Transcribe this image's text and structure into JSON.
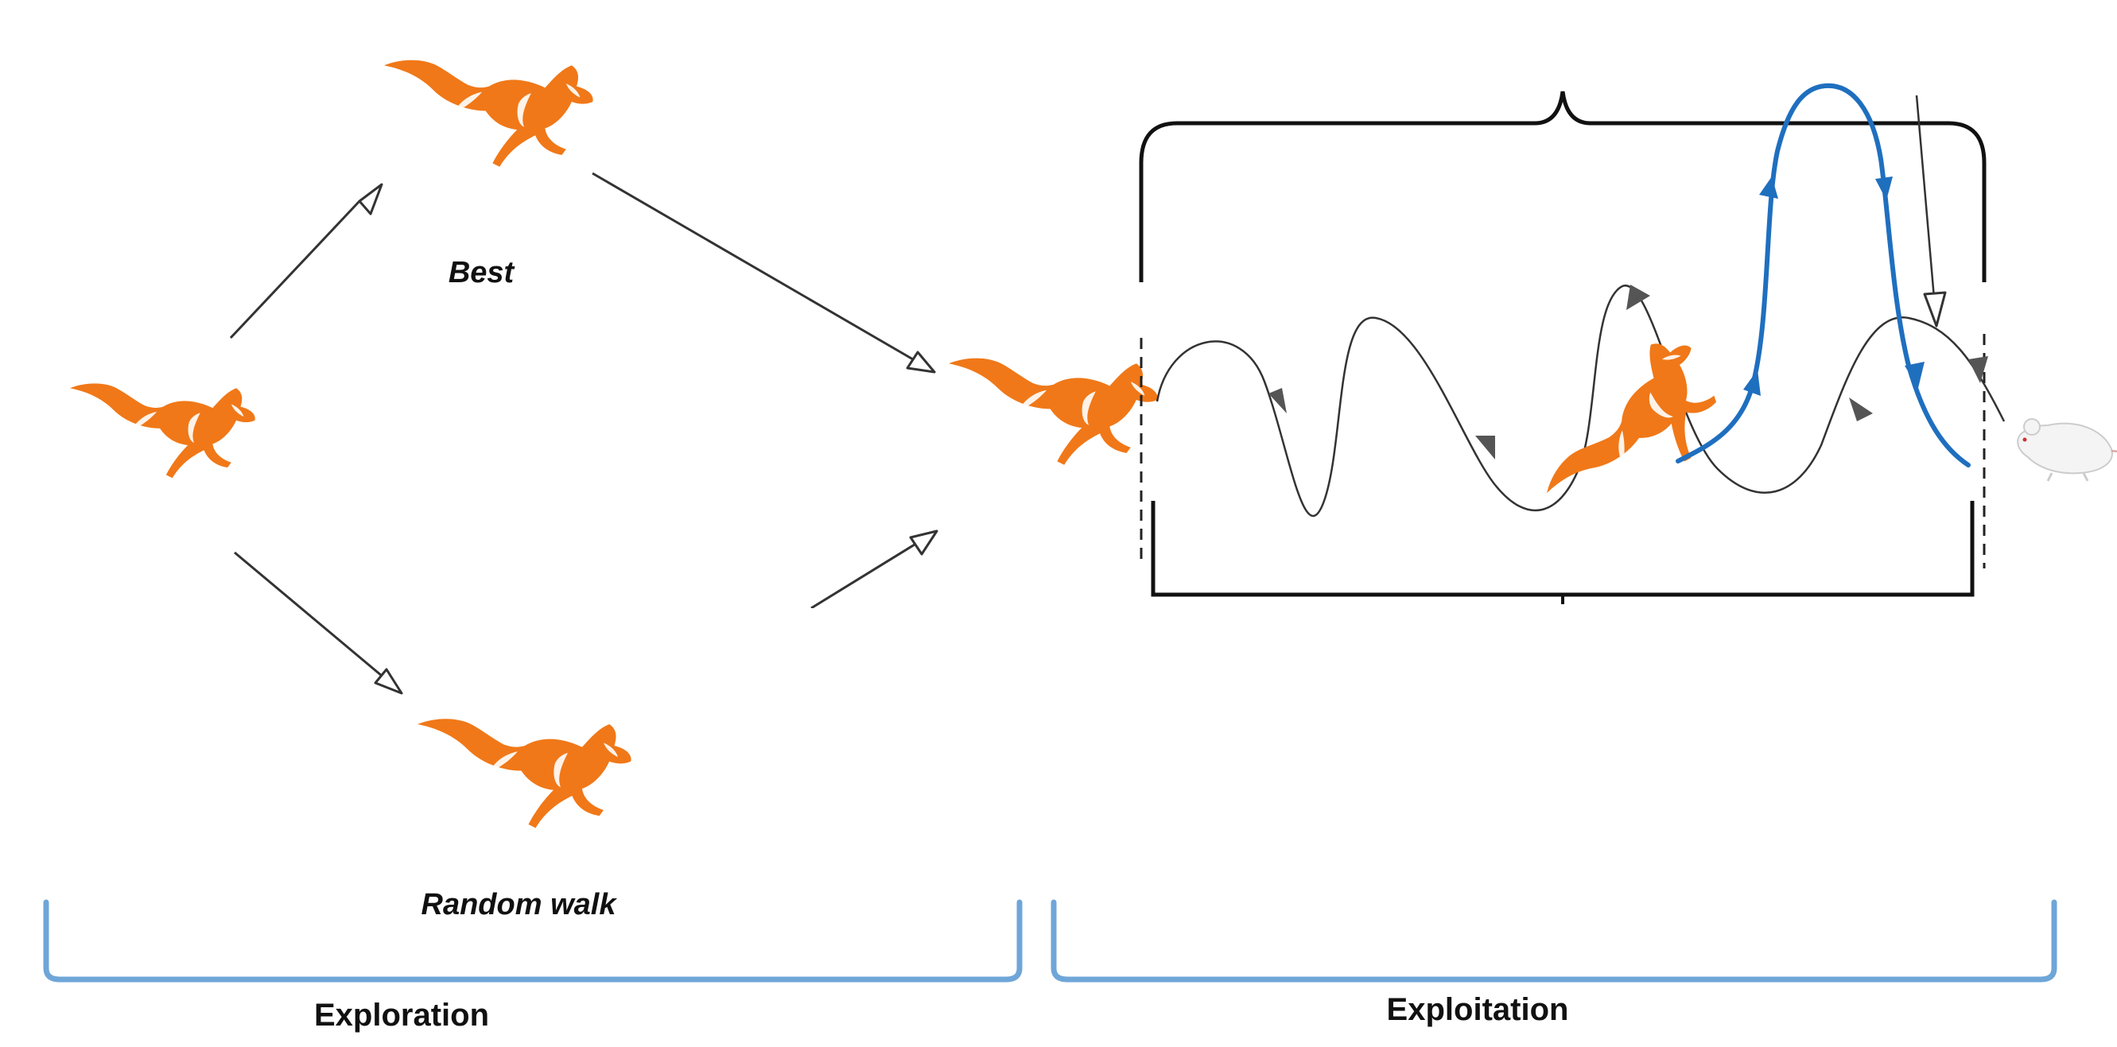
{
  "labels": {
    "best": "Best",
    "random_walk": "Random walk",
    "exploration": "Exploration",
    "exploitation": "Exploitation"
  },
  "colors": {
    "fox": "#f07818",
    "fox_highlight": "#ffffff",
    "blue_path": "#1f6fbf",
    "phase_bracket": "#6fa6d8",
    "line": "#333333"
  },
  "icons": {
    "fox": "fox-icon",
    "mouse": "mouse-icon"
  }
}
